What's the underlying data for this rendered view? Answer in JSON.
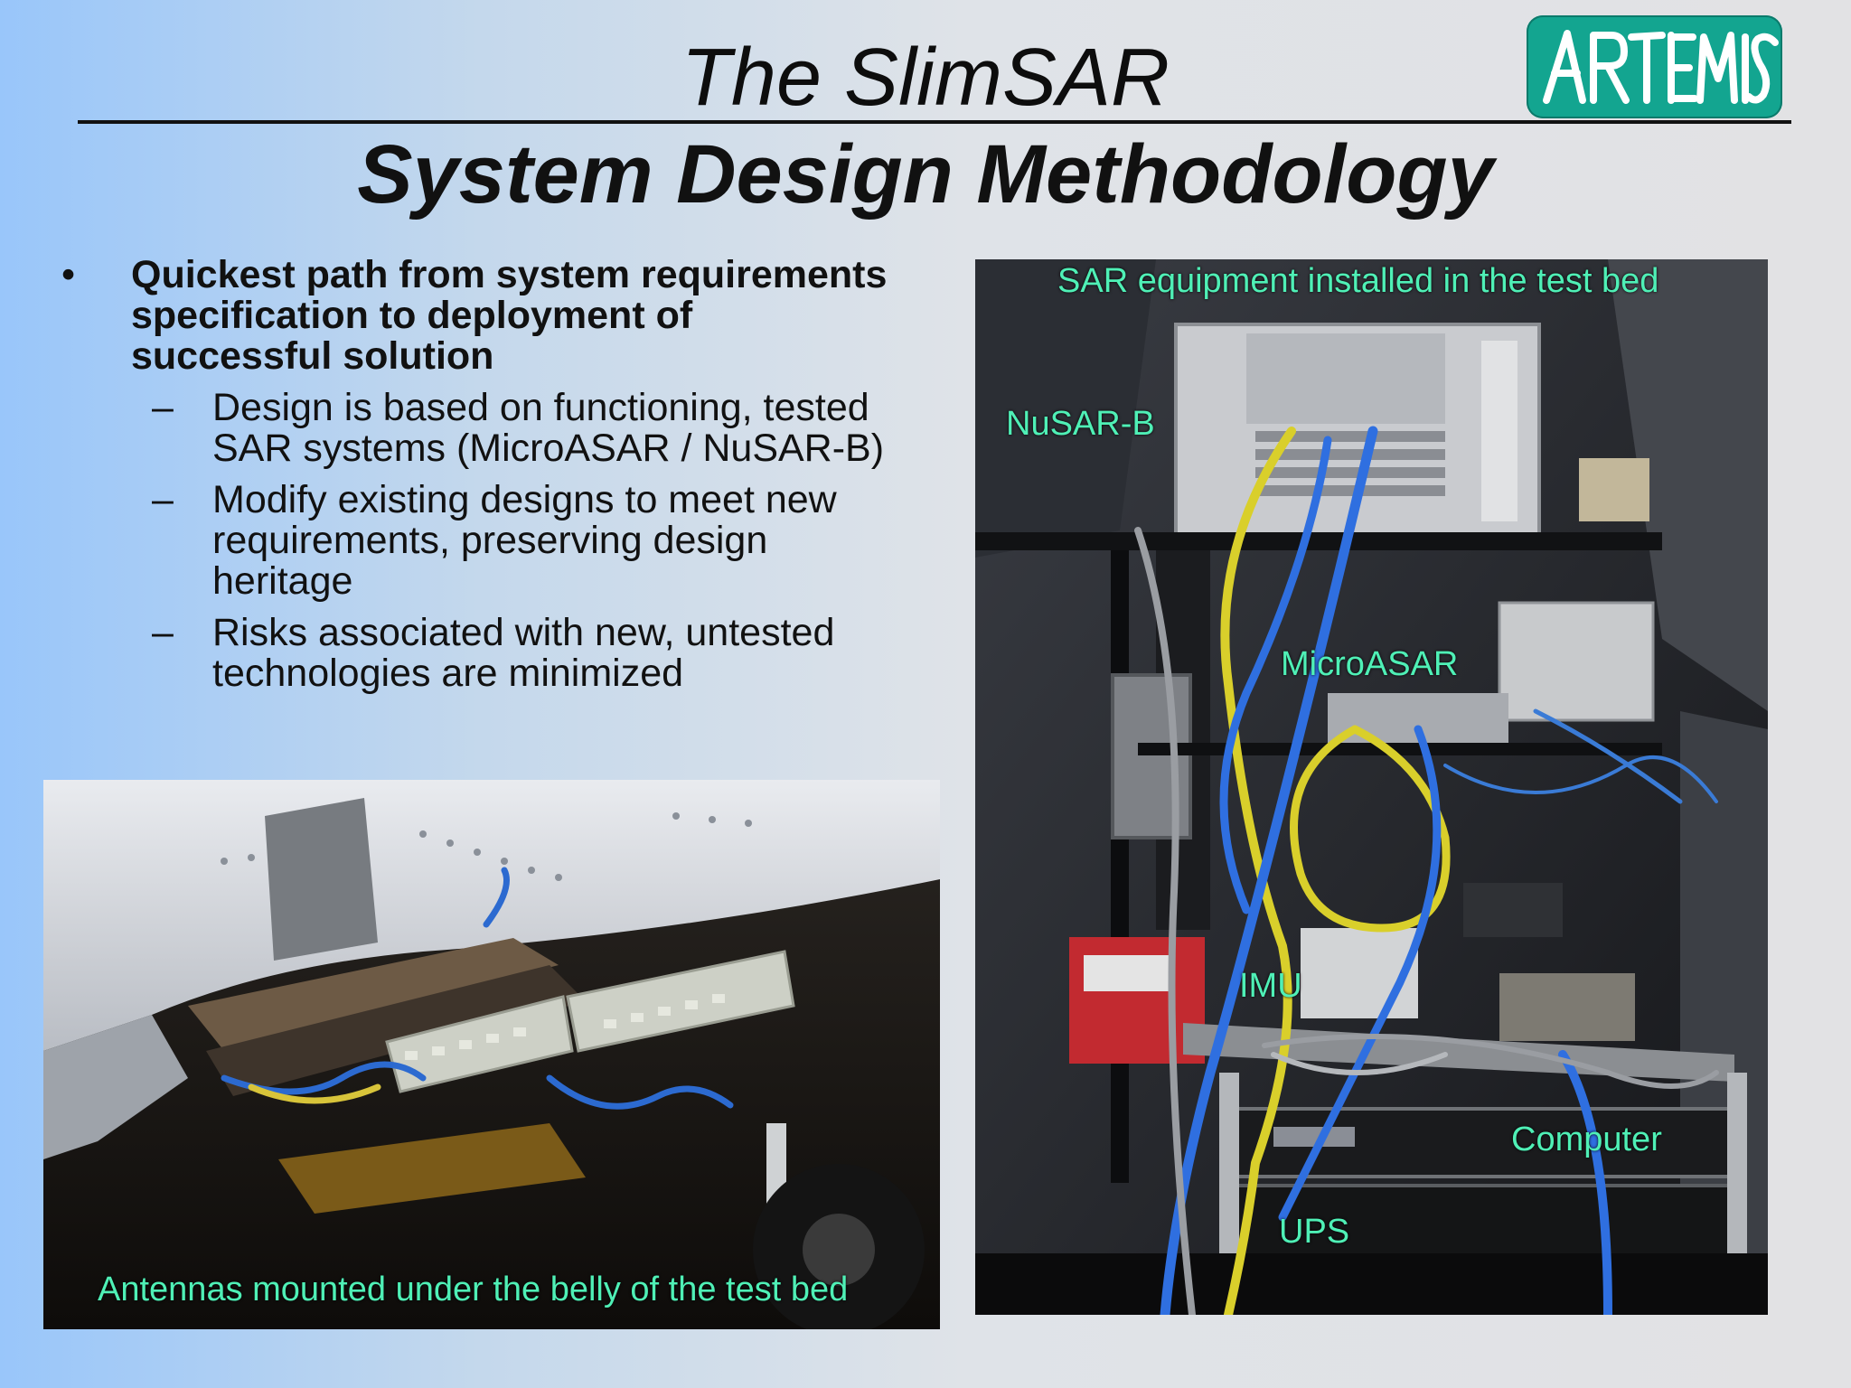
{
  "slide": {
    "title": "The SlimSAR",
    "subtitle": "System Design Methodology"
  },
  "logo": {
    "text": "ARTEMIS",
    "color": "#13a590"
  },
  "bullets": {
    "main": {
      "marker": "•",
      "lines": [
        "Quickest path from system requirements",
        "specification to deployment of",
        "successful solution"
      ]
    },
    "sub_marker": "–",
    "subs": [
      {
        "lines": [
          "Design is based on functioning, tested",
          "SAR systems (MicroASAR / NuSAR-B)"
        ]
      },
      {
        "lines": [
          "Modify existing designs to meet new",
          "requirements, preserving design",
          "heritage"
        ]
      },
      {
        "lines": [
          "Risks associated with new, untested",
          "technologies are minimized"
        ]
      }
    ]
  },
  "photo_left": {
    "caption": "Antennas mounted under the belly of the test bed"
  },
  "photo_right": {
    "caption": "SAR equipment installed in the test bed",
    "labels": {
      "nusar": "NuSAR-B",
      "microasar": "MicroASAR",
      "imu": "IMU",
      "computer": "Computer",
      "ups": "UPS"
    }
  },
  "caption_color": "#4ff0b6"
}
